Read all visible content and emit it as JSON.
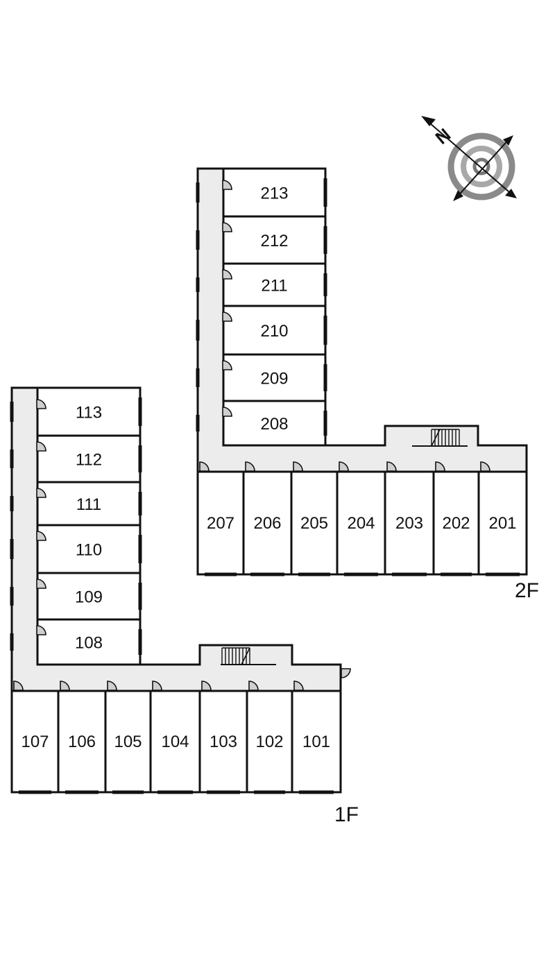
{
  "floors": {
    "f1": {
      "label": "1F",
      "rooms_bottom": [
        "107",
        "106",
        "105",
        "104",
        "103",
        "102",
        "101"
      ],
      "rooms_side": [
        "113",
        "112",
        "111",
        "110",
        "109",
        "108"
      ]
    },
    "f2": {
      "label": "2F",
      "rooms_bottom": [
        "207",
        "206",
        "205",
        "204",
        "203",
        "202",
        "201"
      ],
      "rooms_side": [
        "213",
        "212",
        "211",
        "210",
        "209",
        "208"
      ]
    }
  },
  "compass": {
    "north_letter": "N",
    "icon": "compass-icon"
  },
  "colors": {
    "corridor": "#ececec",
    "wall": "#111111",
    "door": "#cfcfcf",
    "compass_ring": "#808080"
  }
}
